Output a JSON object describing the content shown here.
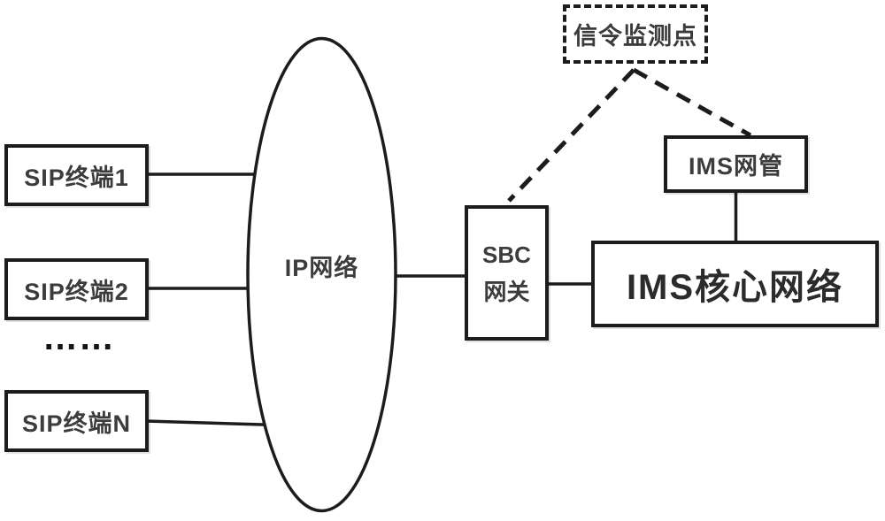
{
  "diagram": {
    "title_semantic": "IMS signaling monitoring architecture diagram",
    "sip_terminals": [
      {
        "label": "SIP终端1"
      },
      {
        "label": "SIP终端2"
      },
      {
        "label": "SIP终端N"
      }
    ],
    "ellipsis_dots": "……",
    "ip_network": {
      "label": "IP网络"
    },
    "sbc_gateway": {
      "line1": "SBC",
      "line2": "网关"
    },
    "ims_core": {
      "label": "IMS核心网络"
    },
    "ims_nms": {
      "label": "IMS网管"
    },
    "monitor_point": {
      "label": "信令监测点"
    },
    "colors": {
      "line": "#1c1c1c",
      "text": "#3c3c3c",
      "background": "#ffffff"
    }
  }
}
